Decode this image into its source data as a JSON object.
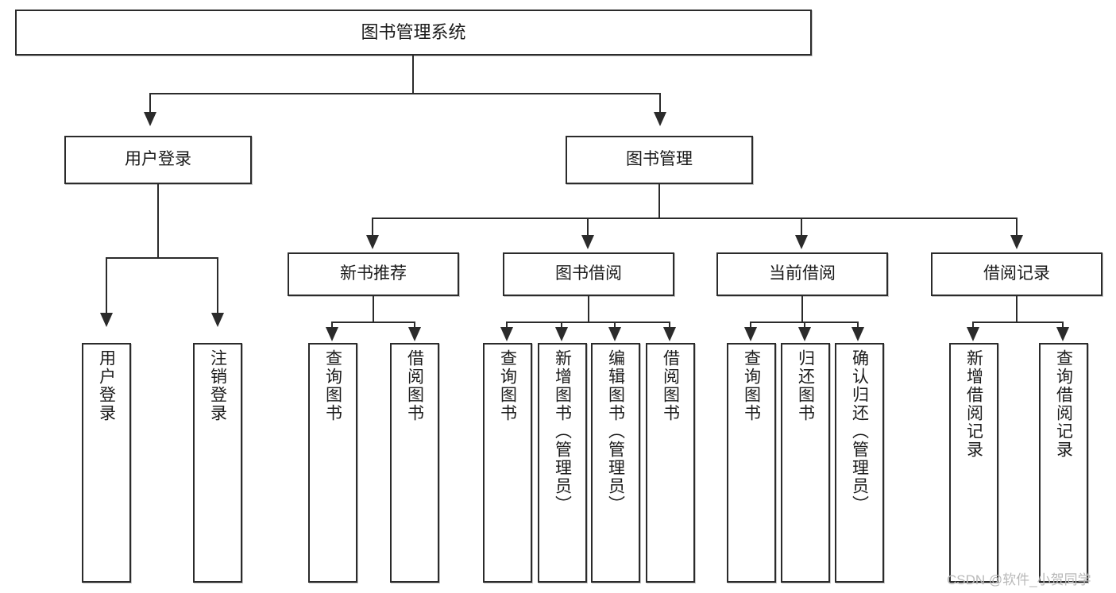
{
  "diagram": {
    "title_node": {
      "label": "图书管理系统"
    },
    "level2": [
      {
        "label": "用户登录"
      },
      {
        "label": "图书管理"
      }
    ],
    "level3": [
      {
        "label": "新书推荐"
      },
      {
        "label": "图书借阅"
      },
      {
        "label": "当前借阅"
      },
      {
        "label": "借阅记录"
      }
    ],
    "leaves": {
      "user_login": [
        {
          "label": "用户登录"
        },
        {
          "label": "注销登录"
        }
      ],
      "new_book_recommend": [
        {
          "label": "查询图书"
        },
        {
          "label": "借阅图书"
        }
      ],
      "book_borrow": [
        {
          "label": "查询图书"
        },
        {
          "label": "新增图书（管理员）"
        },
        {
          "label": "编辑图书（管理员）"
        },
        {
          "label": "借阅图书"
        }
      ],
      "current_borrow": [
        {
          "label": "查询图书"
        },
        {
          "label": "归还图书"
        },
        {
          "label": "确认归还（管理员）"
        }
      ],
      "borrow_record": [
        {
          "label": "新增借阅记录"
        },
        {
          "label": "查询借阅记录"
        }
      ]
    }
  },
  "watermark": {
    "text": "CSDN @软件_小贺同学"
  },
  "colors": {
    "stroke": "#2b2b2b",
    "fill": "#ffffff",
    "text": "#1b1b1b",
    "watermark": "#b9b9b9"
  }
}
